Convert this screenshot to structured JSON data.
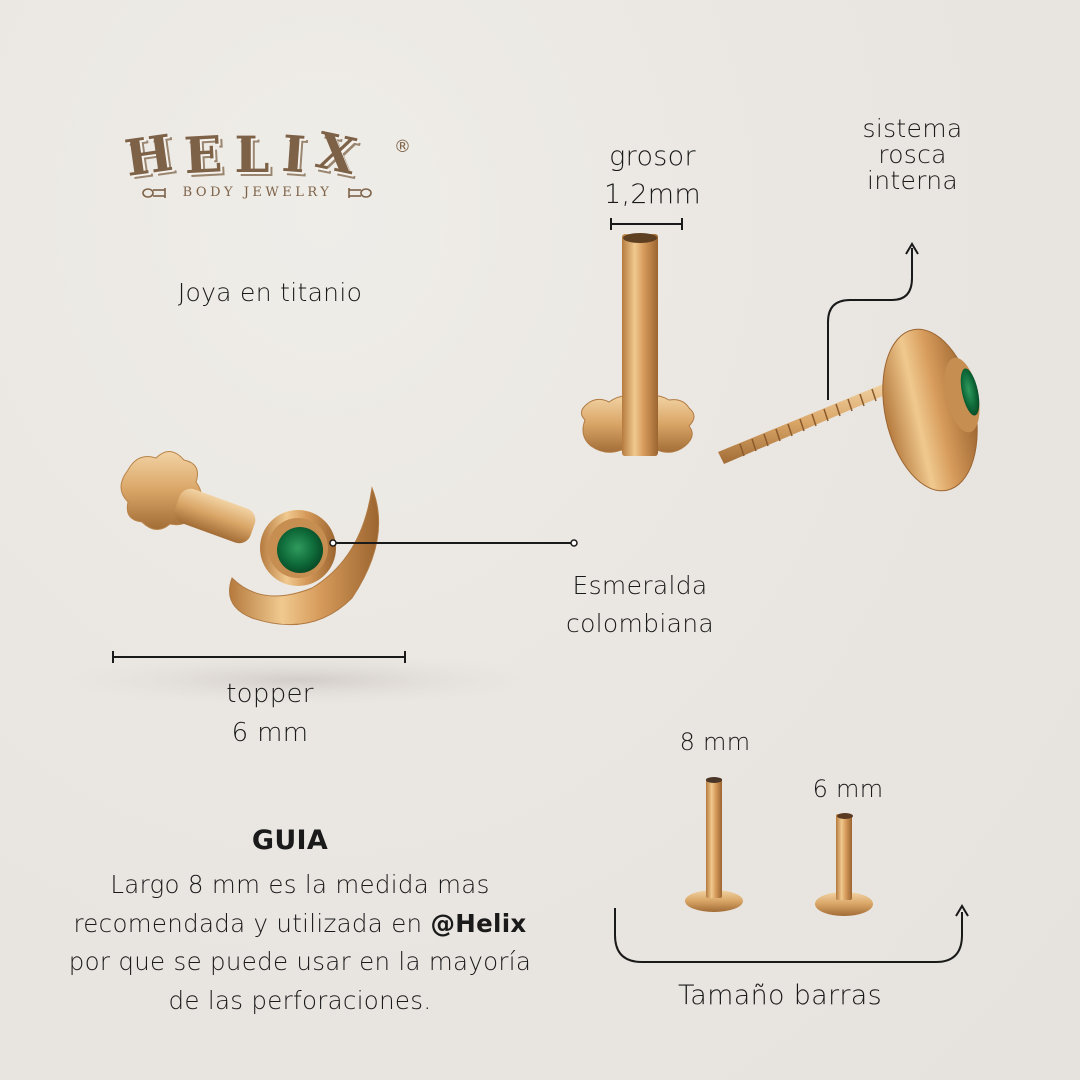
{
  "brand": {
    "logo_text": "HELIX",
    "logo_letters": [
      "H",
      "E",
      "L",
      "I",
      "X"
    ],
    "registered_mark": "®",
    "subtitle": "BODY JEWELRY",
    "logo_color": "#7d6248"
  },
  "headline": "Joya en titanio",
  "annotations": {
    "thickness": {
      "line1": "grosor",
      "line2": "1,2mm"
    },
    "thread_system": {
      "line1": "sistema",
      "line2": "rosca",
      "line3": "interna"
    },
    "gem": {
      "line1": "Esmeralda",
      "line2": "colombiana"
    },
    "topper": {
      "line1": "topper",
      "line2": "6 mm"
    },
    "bar_long": "8 mm",
    "bar_short": "6 mm",
    "bar_sizes": "Tamaño barras"
  },
  "guide": {
    "title": "GUIA",
    "line1": "Largo 8 mm es la medida mas",
    "line2_pre": "recomendada y utilizada en ",
    "line2_bold": "@Helix",
    "line3": "por que se puede usar en la mayoría",
    "line4": "de las perforaciones."
  },
  "colors": {
    "background": "#e9e5e1",
    "gold": "#d9a566",
    "gold_dark": "#a8733c",
    "emerald": "#0f6b3a",
    "text": "#1a1a1a"
  }
}
